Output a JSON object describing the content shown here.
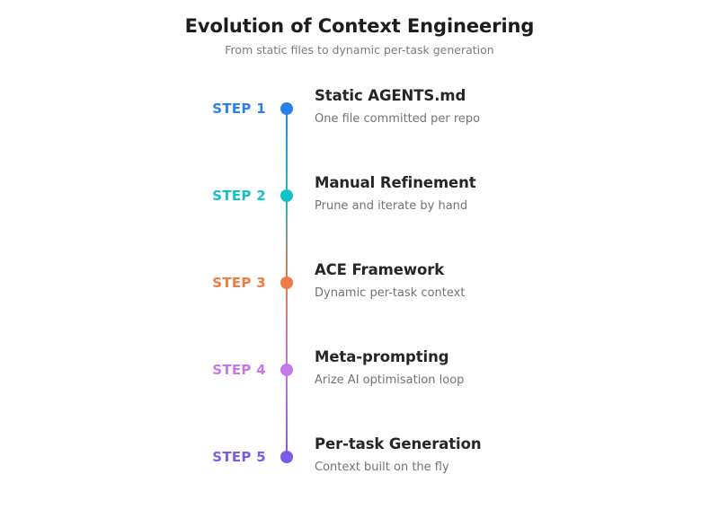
{
  "header": {
    "title": "Evolution of Context Engineering",
    "subtitle": "From static files to dynamic per-task generation"
  },
  "colors": {
    "background": "#ffffff",
    "title_text": "#1b1d20",
    "subtitle_text": "#787d84",
    "step_title_text": "#24262a",
    "step_desc_text": "#6e737a",
    "step_1": "#2a7ff0",
    "step_2": "#12c2c9",
    "step_3": "#ee7b43",
    "step_4": "#c678e8",
    "step_5": "#7b5be8"
  },
  "timeline": {
    "steps": [
      {
        "label": "STEP 1",
        "title": "Static AGENTS.md",
        "description": "One file committed per repo",
        "color": "#2a7ff0"
      },
      {
        "label": "STEP 2",
        "title": "Manual Refinement",
        "description": "Prune and iterate by hand",
        "color": "#12c2c9"
      },
      {
        "label": "STEP 3",
        "title": "ACE Framework",
        "description": "Dynamic per-task context",
        "color": "#ee7b43"
      },
      {
        "label": "STEP 4",
        "title": "Meta-prompting",
        "description": "Arize AI optimisation loop",
        "color": "#c678e8"
      },
      {
        "label": "STEP 5",
        "title": "Per-task Generation",
        "description": "Context built on the fly",
        "color": "#7b5be8"
      }
    ]
  }
}
